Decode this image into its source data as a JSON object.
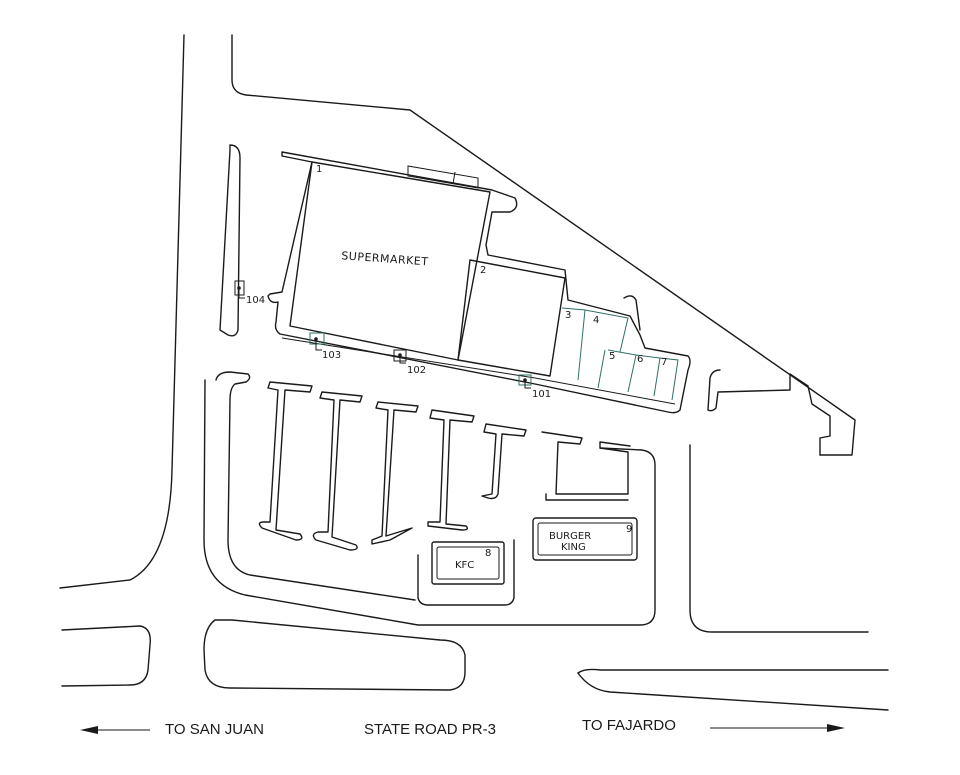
{
  "buildings": {
    "supermarket_label": "SUPERMARKET",
    "kfc_label": "KFC",
    "burger_king_line1": "BURGER",
    "burger_king_line2": "KING"
  },
  "unit_numbers": [
    "1",
    "2",
    "3",
    "4",
    "5",
    "6",
    "7",
    "8",
    "9"
  ],
  "sign_labels": [
    "101",
    "102",
    "103",
    "104"
  ],
  "road": {
    "west_label": "TO SAN JUAN",
    "name": "STATE ROAD PR-3",
    "east_label": "TO FAJARDO"
  },
  "colors": {
    "line": "#1a1a1a",
    "accent_teal": "#2f6f66"
  }
}
